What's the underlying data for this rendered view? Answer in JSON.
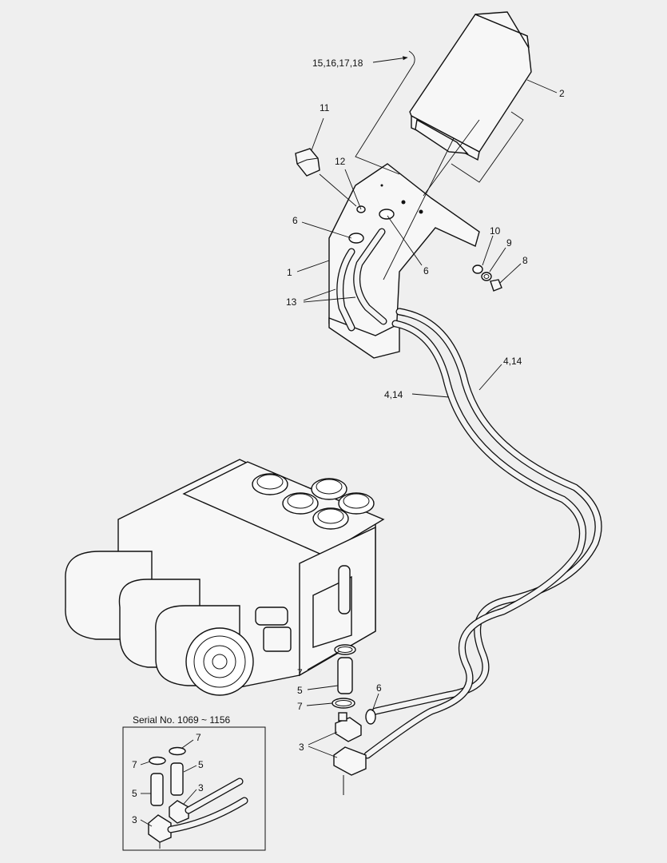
{
  "callouts": {
    "c15_18": "15,16,17,18",
    "c2": "2",
    "c11": "11",
    "c12": "12",
    "c6a": "6",
    "c6b": "6",
    "c1": "1",
    "c13": "13",
    "c10": "10",
    "c9": "9",
    "c8": "8",
    "c4_14a": "4,14",
    "c4_14b": "4,14",
    "c7a": "7",
    "c5": "5",
    "c7b": "7",
    "c6c": "6",
    "c3": "3"
  },
  "inset": {
    "title": "Serial No. 1069 ~ 1156",
    "c7a": "7",
    "c7b": "7",
    "c5a": "5",
    "c5b": "5",
    "c3a": "3",
    "c3b": "3"
  }
}
